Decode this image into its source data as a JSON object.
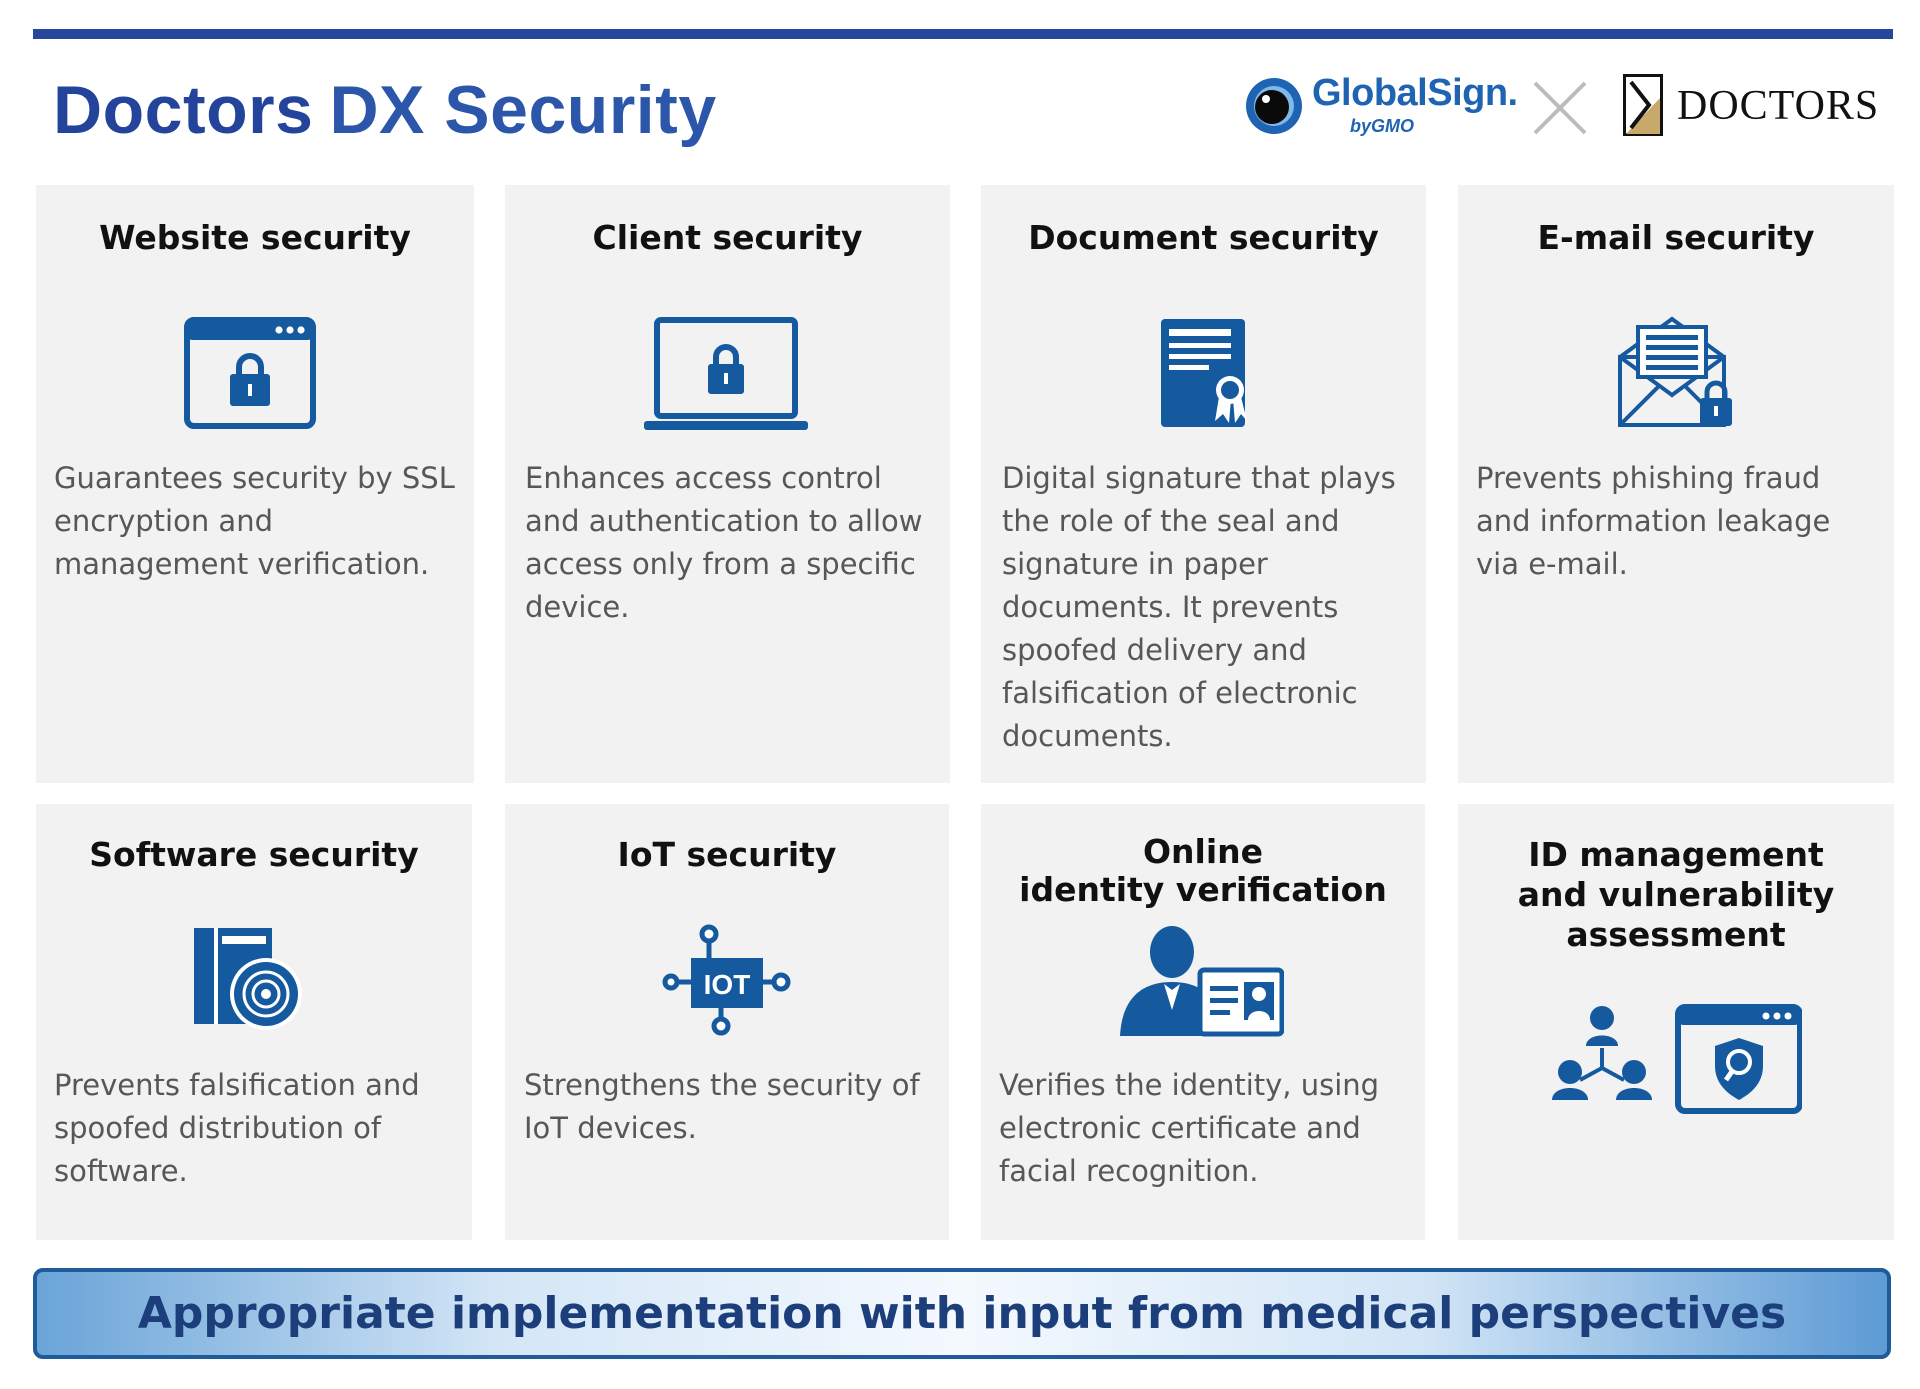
{
  "header": {
    "title_part1": "Doctors",
    "title_part2": "DX Security",
    "globalsign_name": "GlobalSign.",
    "globalsign_by": "byGMO",
    "doctors_name": "DOCTORS"
  },
  "colors": {
    "brand_blue": "#26479b",
    "icon_blue": "#155a9f",
    "card_background": "#f2f2f2",
    "banner_border": "#1f5a9a"
  },
  "cards": [
    {
      "title": "Website security",
      "icon": "browser-lock-icon",
      "description": "Guarantees security by SSL encryption and management verification."
    },
    {
      "title": "Client security",
      "icon": "laptop-lock-icon",
      "description": "Enhances access control and authentication to allow access only from a specific device."
    },
    {
      "title": "Document security",
      "icon": "certificate-document-icon",
      "description": "Digital signature that plays the role of the seal and signature in paper documents. It prevents spoofed delivery and falsification of electronic documents."
    },
    {
      "title": "E-mail security",
      "icon": "envelope-lock-icon",
      "description": "Prevents phishing fraud and information leakage via e-mail."
    },
    {
      "title": "Software security",
      "icon": "software-package-icon",
      "description": "Prevents falsification and spoofed distribution of software."
    },
    {
      "title": "IoT security",
      "icon": "iot-chip-icon",
      "description": "Strengthens the security of IoT devices."
    },
    {
      "title": "Online\nidentity verification",
      "icon": "person-id-card-icon",
      "description": "Verifies the identity, using electronic certificate and facial recognition."
    },
    {
      "title": "ID management\nand vulnerability\nassessment",
      "icon": "network-shield-icon",
      "description": ""
    }
  ],
  "banner": {
    "text": "Appropriate implementation with input from medical perspectives"
  }
}
